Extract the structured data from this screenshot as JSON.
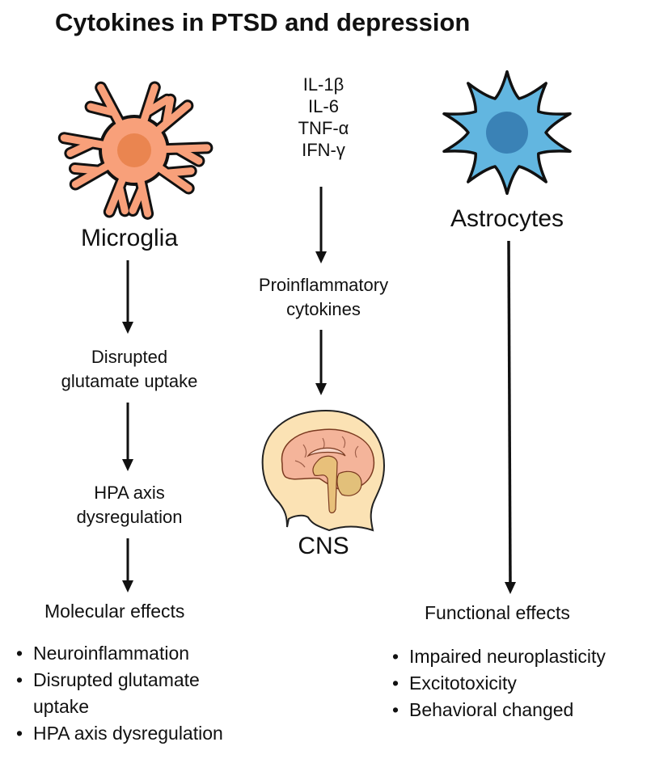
{
  "title": "Cytokines in PTSD and depression",
  "colors": {
    "microglia_fill": "#f8a07a",
    "microglia_nucleus": "#ea8550",
    "astrocyte_fill": "#62b6e0",
    "astrocyte_nucleus": "#3a82b6",
    "head_skin": "#fbe2b4",
    "brain": "#f4b49a",
    "brainstem": "#e8c07a",
    "outline": "#111111"
  },
  "left": {
    "cell_label": "Microglia",
    "cell_icon": "microglia-cell-icon",
    "steps": [
      {
        "lines": [
          "Disrupted",
          "glutamate uptake"
        ]
      },
      {
        "lines": [
          "HPA axis",
          "dysregulation"
        ]
      }
    ],
    "effects_heading": "Molecular effects",
    "effects": [
      {
        "lines": [
          "Neuroinflammation"
        ]
      },
      {
        "lines": [
          "Disrupted glutamate",
          "uptake"
        ]
      },
      {
        "lines": [
          "HPA axis dysregulation"
        ]
      }
    ]
  },
  "center": {
    "cytokines": [
      "IL-1β",
      "IL-6",
      "TNF-α",
      "IFN-γ"
    ],
    "step": {
      "lines": [
        "Proinflammatory",
        "cytokines"
      ]
    },
    "target_icon": "head-brain-icon",
    "target_label": "CNS"
  },
  "right": {
    "cell_label": "Astrocytes",
    "cell_icon": "astrocyte-cell-icon",
    "effects_heading": "Functional effects",
    "effects": [
      {
        "lines": [
          "Impaired neuroplasticity"
        ]
      },
      {
        "lines": [
          "Excitotoxicity"
        ]
      },
      {
        "lines": [
          "Behavioral changed"
        ]
      }
    ]
  }
}
